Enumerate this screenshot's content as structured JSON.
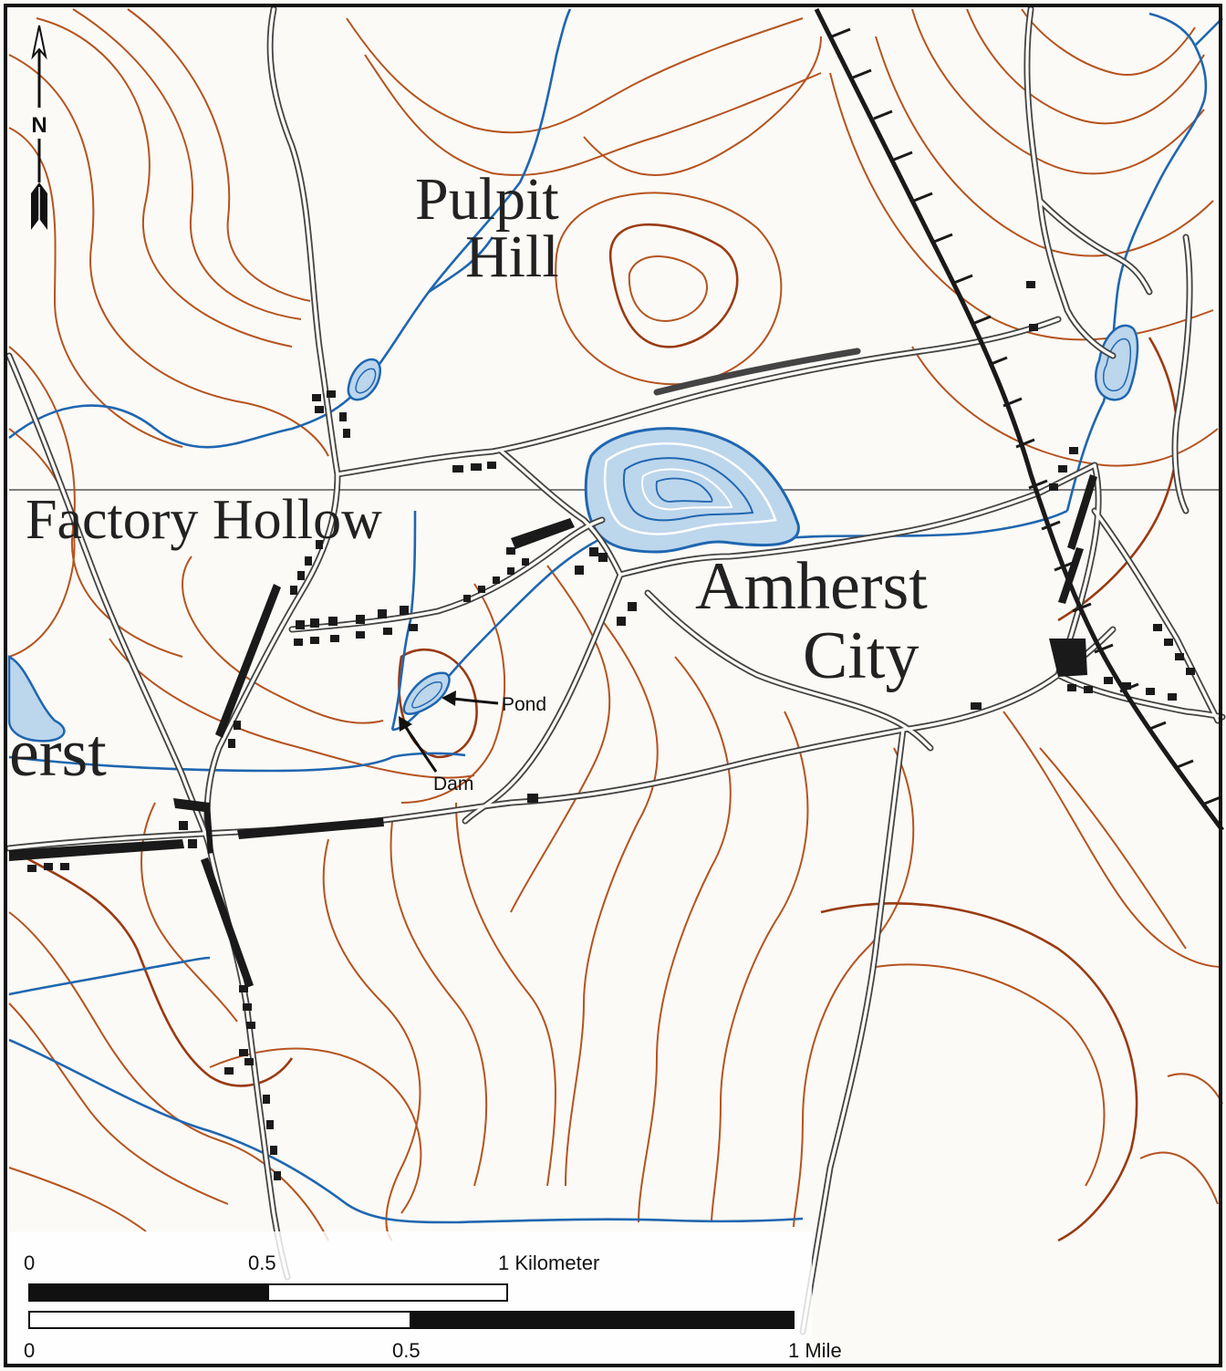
{
  "map": {
    "place_labels": {
      "pulpit_line1": "Pulpit",
      "pulpit_line2": "Hill",
      "factory_hollow": "Factory Hollow",
      "amherst": "Amherst",
      "city": "City",
      "erst": "erst"
    },
    "annotations": {
      "pond": "Pond",
      "dam": "Dam"
    },
    "north_arrow": {
      "label": "N",
      "icon": "north-arrow-icon"
    },
    "scale_bar": {
      "kilometer": {
        "ticks": [
          "0",
          "0.5",
          "1 Kilometer"
        ]
      },
      "mile": {
        "ticks": [
          "0",
          "0.5",
          "1 Mile"
        ]
      }
    },
    "colors": {
      "contour": "#b5531f",
      "contour_index": "#9a3a12",
      "water": "#1f66b0",
      "water_fill": "#bcd6ec",
      "road": "#444444",
      "railroad": "#1a1a1a",
      "buildings": "#1a1a1a"
    }
  }
}
